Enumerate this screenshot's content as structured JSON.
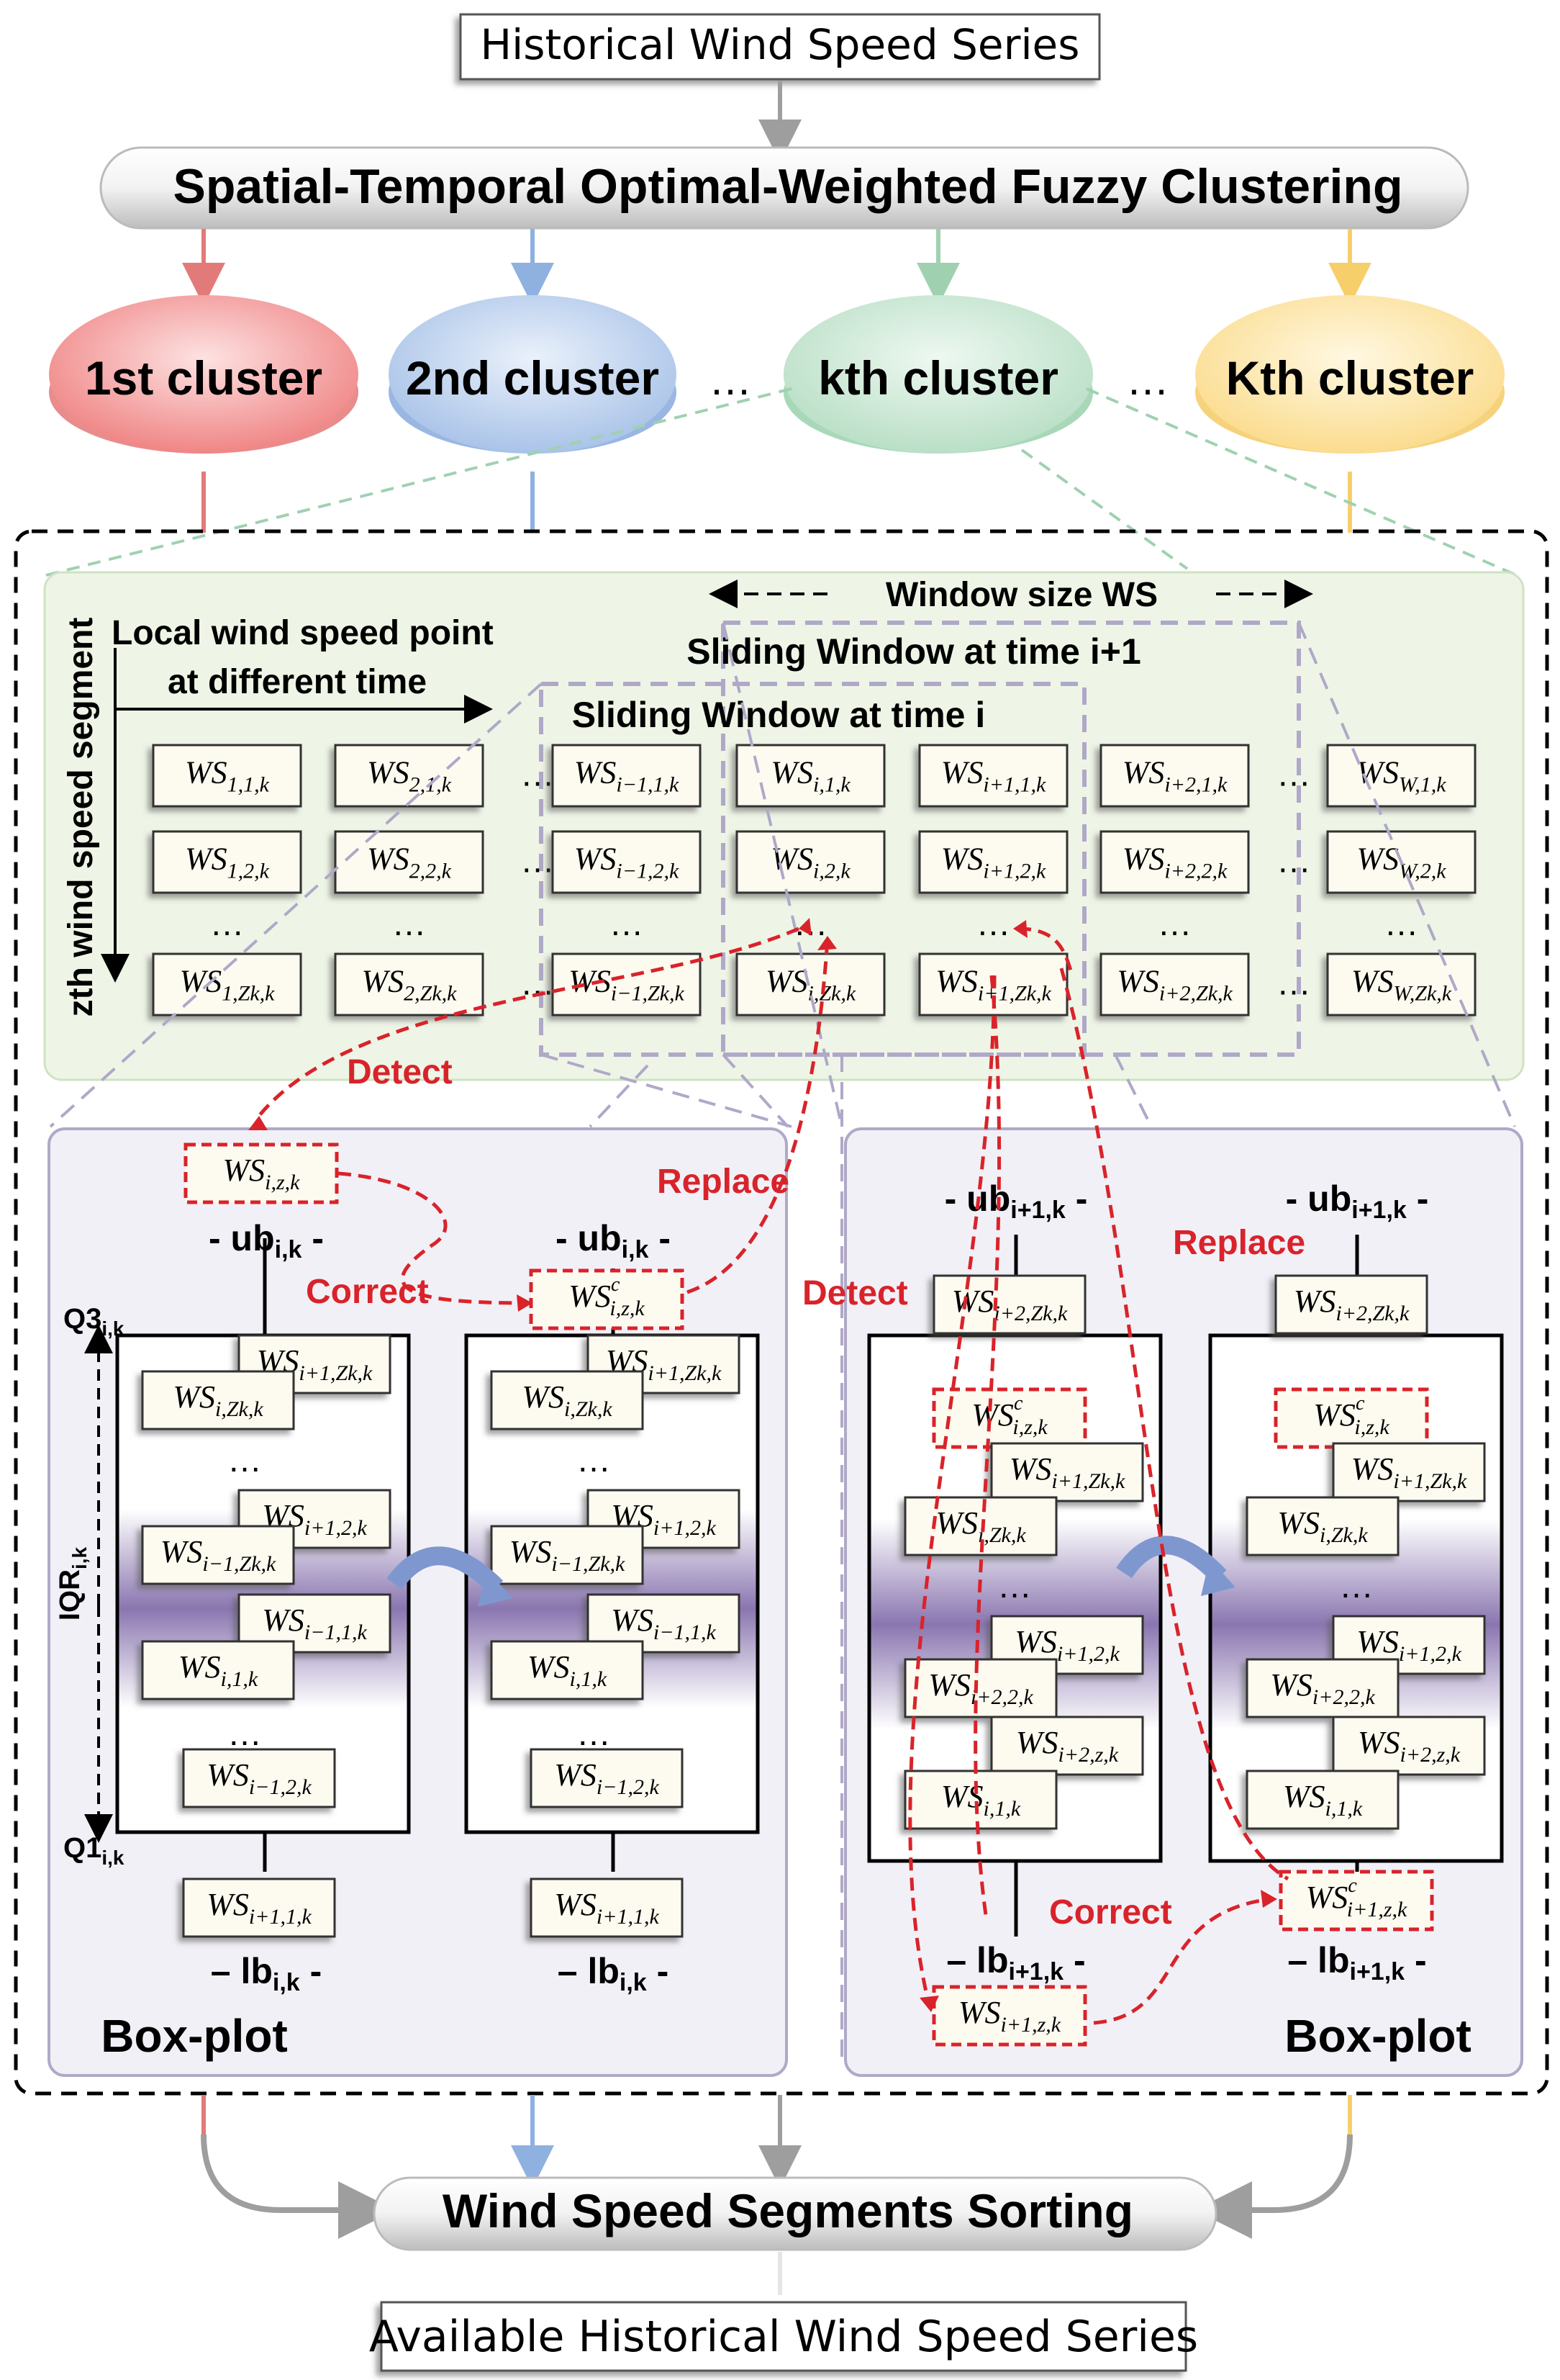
{
  "nodes": {
    "input": "Historical Wind Speed Series",
    "clustering": "Spatial-Temporal Optimal-Weighted Fuzzy Clustering",
    "sorting": "Wind Speed Segments Sorting",
    "output": "Available Historical Wind Speed Series"
  },
  "clusters": [
    "1st cluster",
    "2nd cluster",
    "kth cluster",
    "Kth cluster"
  ],
  "dots": "…",
  "colors": {
    "c1": "#f08585",
    "c2": "#a9c3e8",
    "ck": "#b9dfc6",
    "cK": "#fbdc8e",
    "highlight": "#d9232a"
  },
  "green_panel": {
    "window_size": "Window size WS",
    "window_i1": "Sliding Window  at time i+1",
    "window_i": "Sliding Window  at time i",
    "local_point_1": "Local wind speed point",
    "local_point_2": "at different time",
    "segment_axis": "zth wind speed segment",
    "cell_base": "WS",
    "ellipsis": "…",
    "rows": [
      [
        "1,1,k",
        "2,1,k",
        "…",
        "i−1,1,k",
        "i,1,k",
        "i+1,1,k",
        "i+2,1,k",
        "…",
        "W,1,k"
      ],
      [
        "1,2,k",
        "2,2,k",
        "…",
        "i−1,2,k",
        "i,2,k",
        "i+1,2,k",
        "i+2,2,k",
        "…",
        "W,2,k"
      ],
      [
        "…",
        "…",
        "",
        "…",
        "…",
        "…",
        "…",
        "",
        "…"
      ],
      [
        "1,Zk,k",
        "2,Zk,k",
        "…",
        "i−1,Zk,k",
        "i,Zk,k",
        "i+1,Zk,k",
        "i+2,Zk,k",
        "…",
        "W,Zk,k"
      ]
    ]
  },
  "box_plot": {
    "title": "Box-plot",
    "q3": "Q3",
    "q1": "Q1",
    "iqr": "IQR",
    "sub_ik": "i,k",
    "sub_i1k": "i+1,k",
    "ub_prefix": "- ub",
    "lb_prefix": "– lb",
    "dash_suffix": " -",
    "corr_sup": "c",
    "left_cells": [
      "i,z,k",
      "i+1,Zk,k",
      "i,Zk,k",
      "…",
      "i+1,2,k",
      "i−1,Zk,k",
      "i−1,1,k",
      "i,1,k",
      "…",
      "i−1,2,k",
      "i+1,1,k"
    ],
    "left_after_cells": [
      "i,z,k",
      "i+1,Zk,k",
      "i,Zk,k",
      "…",
      "i+1,2,k",
      "i−1,Zk,k",
      "i−1,1,k",
      "i,1,k",
      "…",
      "i−1,2,k",
      "i+1,1,k"
    ],
    "right_cells": [
      "i+2,Zk,k",
      "i,z,k",
      "i+1,Zk,k",
      "i,Zk,k",
      "…",
      "i+1,2,k",
      "i+2,2,k",
      "i+2,z,k",
      "i,1,k",
      "i+1,z,k"
    ],
    "right_after_cells": [
      "i+2,Zk,k",
      "i,z,k",
      "i+1,Zk,k",
      "i,Zk,k",
      "…",
      "i+1,2,k",
      "i+2,2,k",
      "i+2,z,k",
      "i,1,k",
      "i+1,z,k"
    ]
  },
  "labels": {
    "detect": "Detect",
    "replace": "Replace",
    "correct": "Correct"
  }
}
